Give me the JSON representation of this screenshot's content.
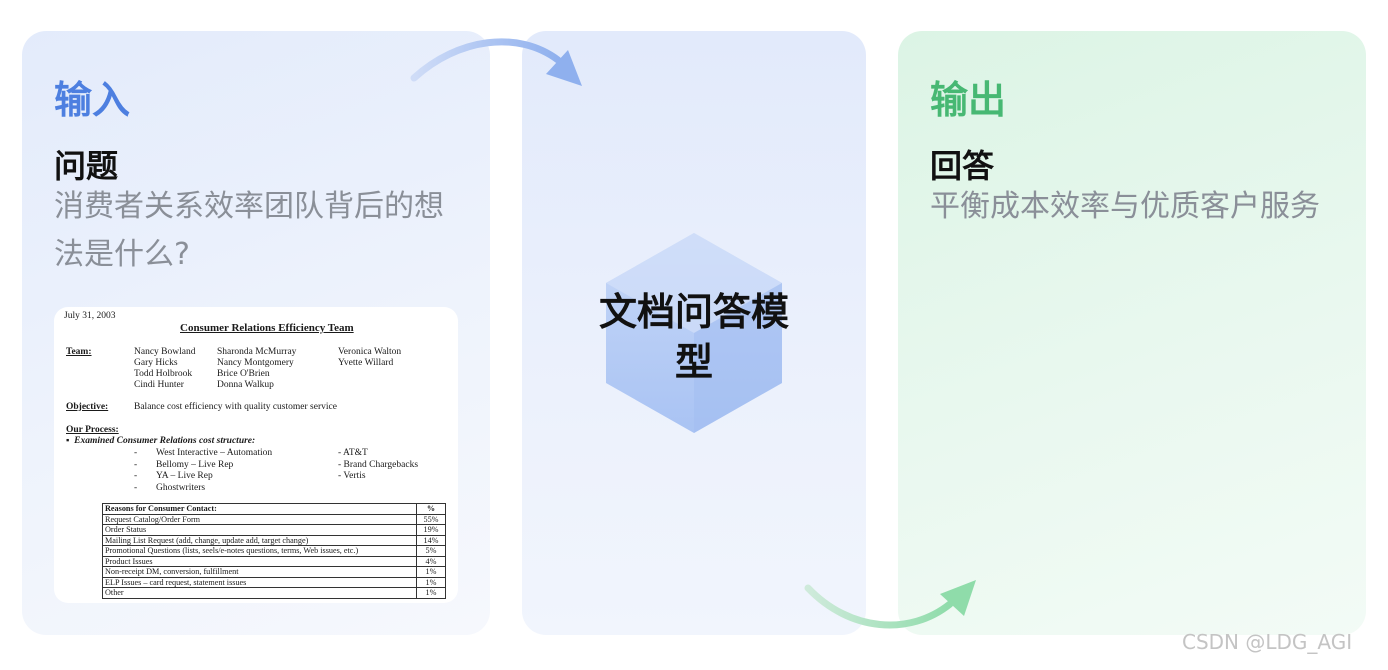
{
  "input": {
    "title": "输入",
    "sub_label": "问题",
    "question": "消费者关系效率团队背后的想法是什么?"
  },
  "document": {
    "date": "July 31, 2003",
    "title": "Consumer Relations Efficiency Team",
    "team_label": "Team:",
    "team_columns": [
      [
        "Nancy Bowland",
        "Gary Hicks",
        "Todd Holbrook",
        "Cindi Hunter"
      ],
      [
        "Sharonda McMurray",
        "Nancy Montgomery",
        "Brice O'Brien",
        "Donna Walkup"
      ],
      [
        "Veronica Walton",
        "Yvette Willard"
      ]
    ],
    "objective_label": "Objective:",
    "objective": "Balance cost efficiency with quality customer service",
    "process_label": "Our Process:",
    "process_bullet": "Examined Consumer Relations cost structure:",
    "process_left": [
      "West Interactive – Automation",
      "Bellomy – Live Rep",
      "YA – Live Rep",
      "Ghostwriters"
    ],
    "process_right": [
      "- AT&T",
      "- Brand Chargebacks",
      "- Vertis"
    ],
    "table_header": [
      "Reasons for Consumer Contact:",
      "%"
    ],
    "table_rows": [
      [
        "Request Catalog/Order Form",
        "55%"
      ],
      [
        "Order Status",
        "19%"
      ],
      [
        "Mailing List Request (add, change, update add, target change)",
        "14%"
      ],
      [
        "Promotional Questions (lists, seels/e-notes questions, terms, Web issues, etc.)",
        "5%"
      ],
      [
        "Product Issues",
        "4%"
      ],
      [
        "Non-receipt DM, conversion, fulfillment",
        "1%"
      ],
      [
        "ELP Issues – card request, statement issues",
        "1%"
      ],
      [
        "Other",
        "1%"
      ]
    ]
  },
  "model": {
    "label": "文档问答模型"
  },
  "output": {
    "title": "输出",
    "sub_label": "回答",
    "answer": "平衡成本效率与优质客户服务"
  },
  "watermark": "CSDN @LDG_AGI",
  "colors": {
    "input_accent": "#4d7fe0",
    "output_accent": "#47b873",
    "hexagon": "#b7cdf6"
  }
}
